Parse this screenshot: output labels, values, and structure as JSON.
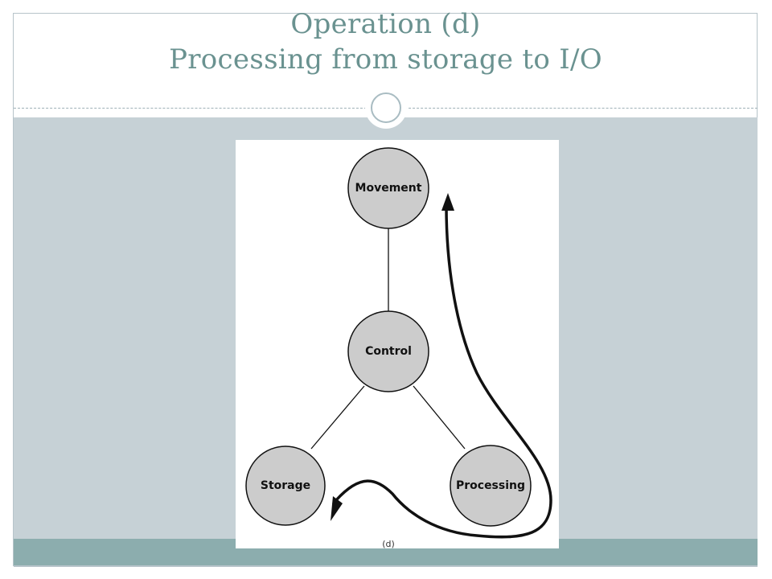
{
  "slide": {
    "title_line1": "Operation (d)",
    "title_line2": "Processing from storage to I/O"
  },
  "diagram": {
    "nodes": [
      {
        "id": "movement",
        "label": "Movement"
      },
      {
        "id": "control",
        "label": "Control"
      },
      {
        "id": "storage",
        "label": "Storage"
      },
      {
        "id": "processing",
        "label": "Processing"
      }
    ],
    "edges": [
      {
        "from": "movement",
        "to": "control"
      },
      {
        "from": "control",
        "to": "storage"
      },
      {
        "from": "control",
        "to": "processing"
      }
    ],
    "caption": "(d)"
  },
  "colors": {
    "title": "#6a9290",
    "content_band": "#c6d1d6",
    "footer_band": "#8cadae",
    "node_fill": "#cccccc",
    "node_stroke": "#111111"
  }
}
